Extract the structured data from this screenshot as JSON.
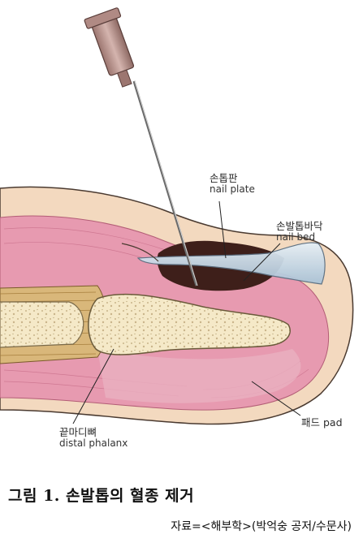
{
  "labels": {
    "nail_plate": {
      "ko": "손톱판",
      "en": "nail plate"
    },
    "nail_bed": {
      "ko": "손발톱바닥",
      "en": "nail bed"
    },
    "distal_phalanx": {
      "ko": "끝마디뼈",
      "en": "distal phalanx"
    },
    "pad": {
      "text": "패드 pad"
    }
  },
  "caption": {
    "title": "그림 1. 손발톱의 혈종 제거",
    "source": "자료=<해부학>(박억숭 공저/수문사)"
  },
  "colors": {
    "skin": "#f3d9bf",
    "skin_outline": "#4a3a30",
    "dermis_pink": "#e79ab0",
    "bone": "#f5e9c8",
    "tendon": "#d9b77a",
    "hematoma": "#3e1f1a",
    "nail": "#c9dbe8",
    "needle_hub": "#b08a84"
  }
}
